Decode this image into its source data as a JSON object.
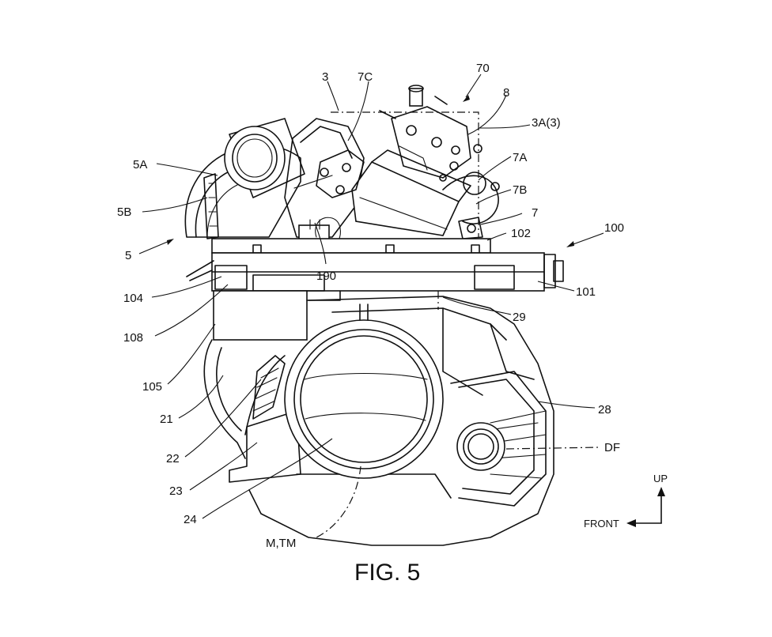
{
  "figure": {
    "caption": "FIG. 5",
    "labels": {
      "l3": "3",
      "l7c": "7C",
      "l70": "70",
      "l8": "8",
      "l3a": "3A(3)",
      "l5a": "5A",
      "l7a": "7A",
      "l5b": "5B",
      "l7b": "7B",
      "l7": "7",
      "l100": "100",
      "l102": "102",
      "l5": "5",
      "l190": "190",
      "l104": "104",
      "l101": "101",
      "l29": "29",
      "l108": "108",
      "l105": "105",
      "l28": "28",
      "l21": "21",
      "ldf": "DF",
      "l22": "22",
      "l23": "23",
      "l24": "24",
      "lmtm": "M,TM"
    },
    "orientation": {
      "up": "UP",
      "front": "FRONT"
    }
  }
}
